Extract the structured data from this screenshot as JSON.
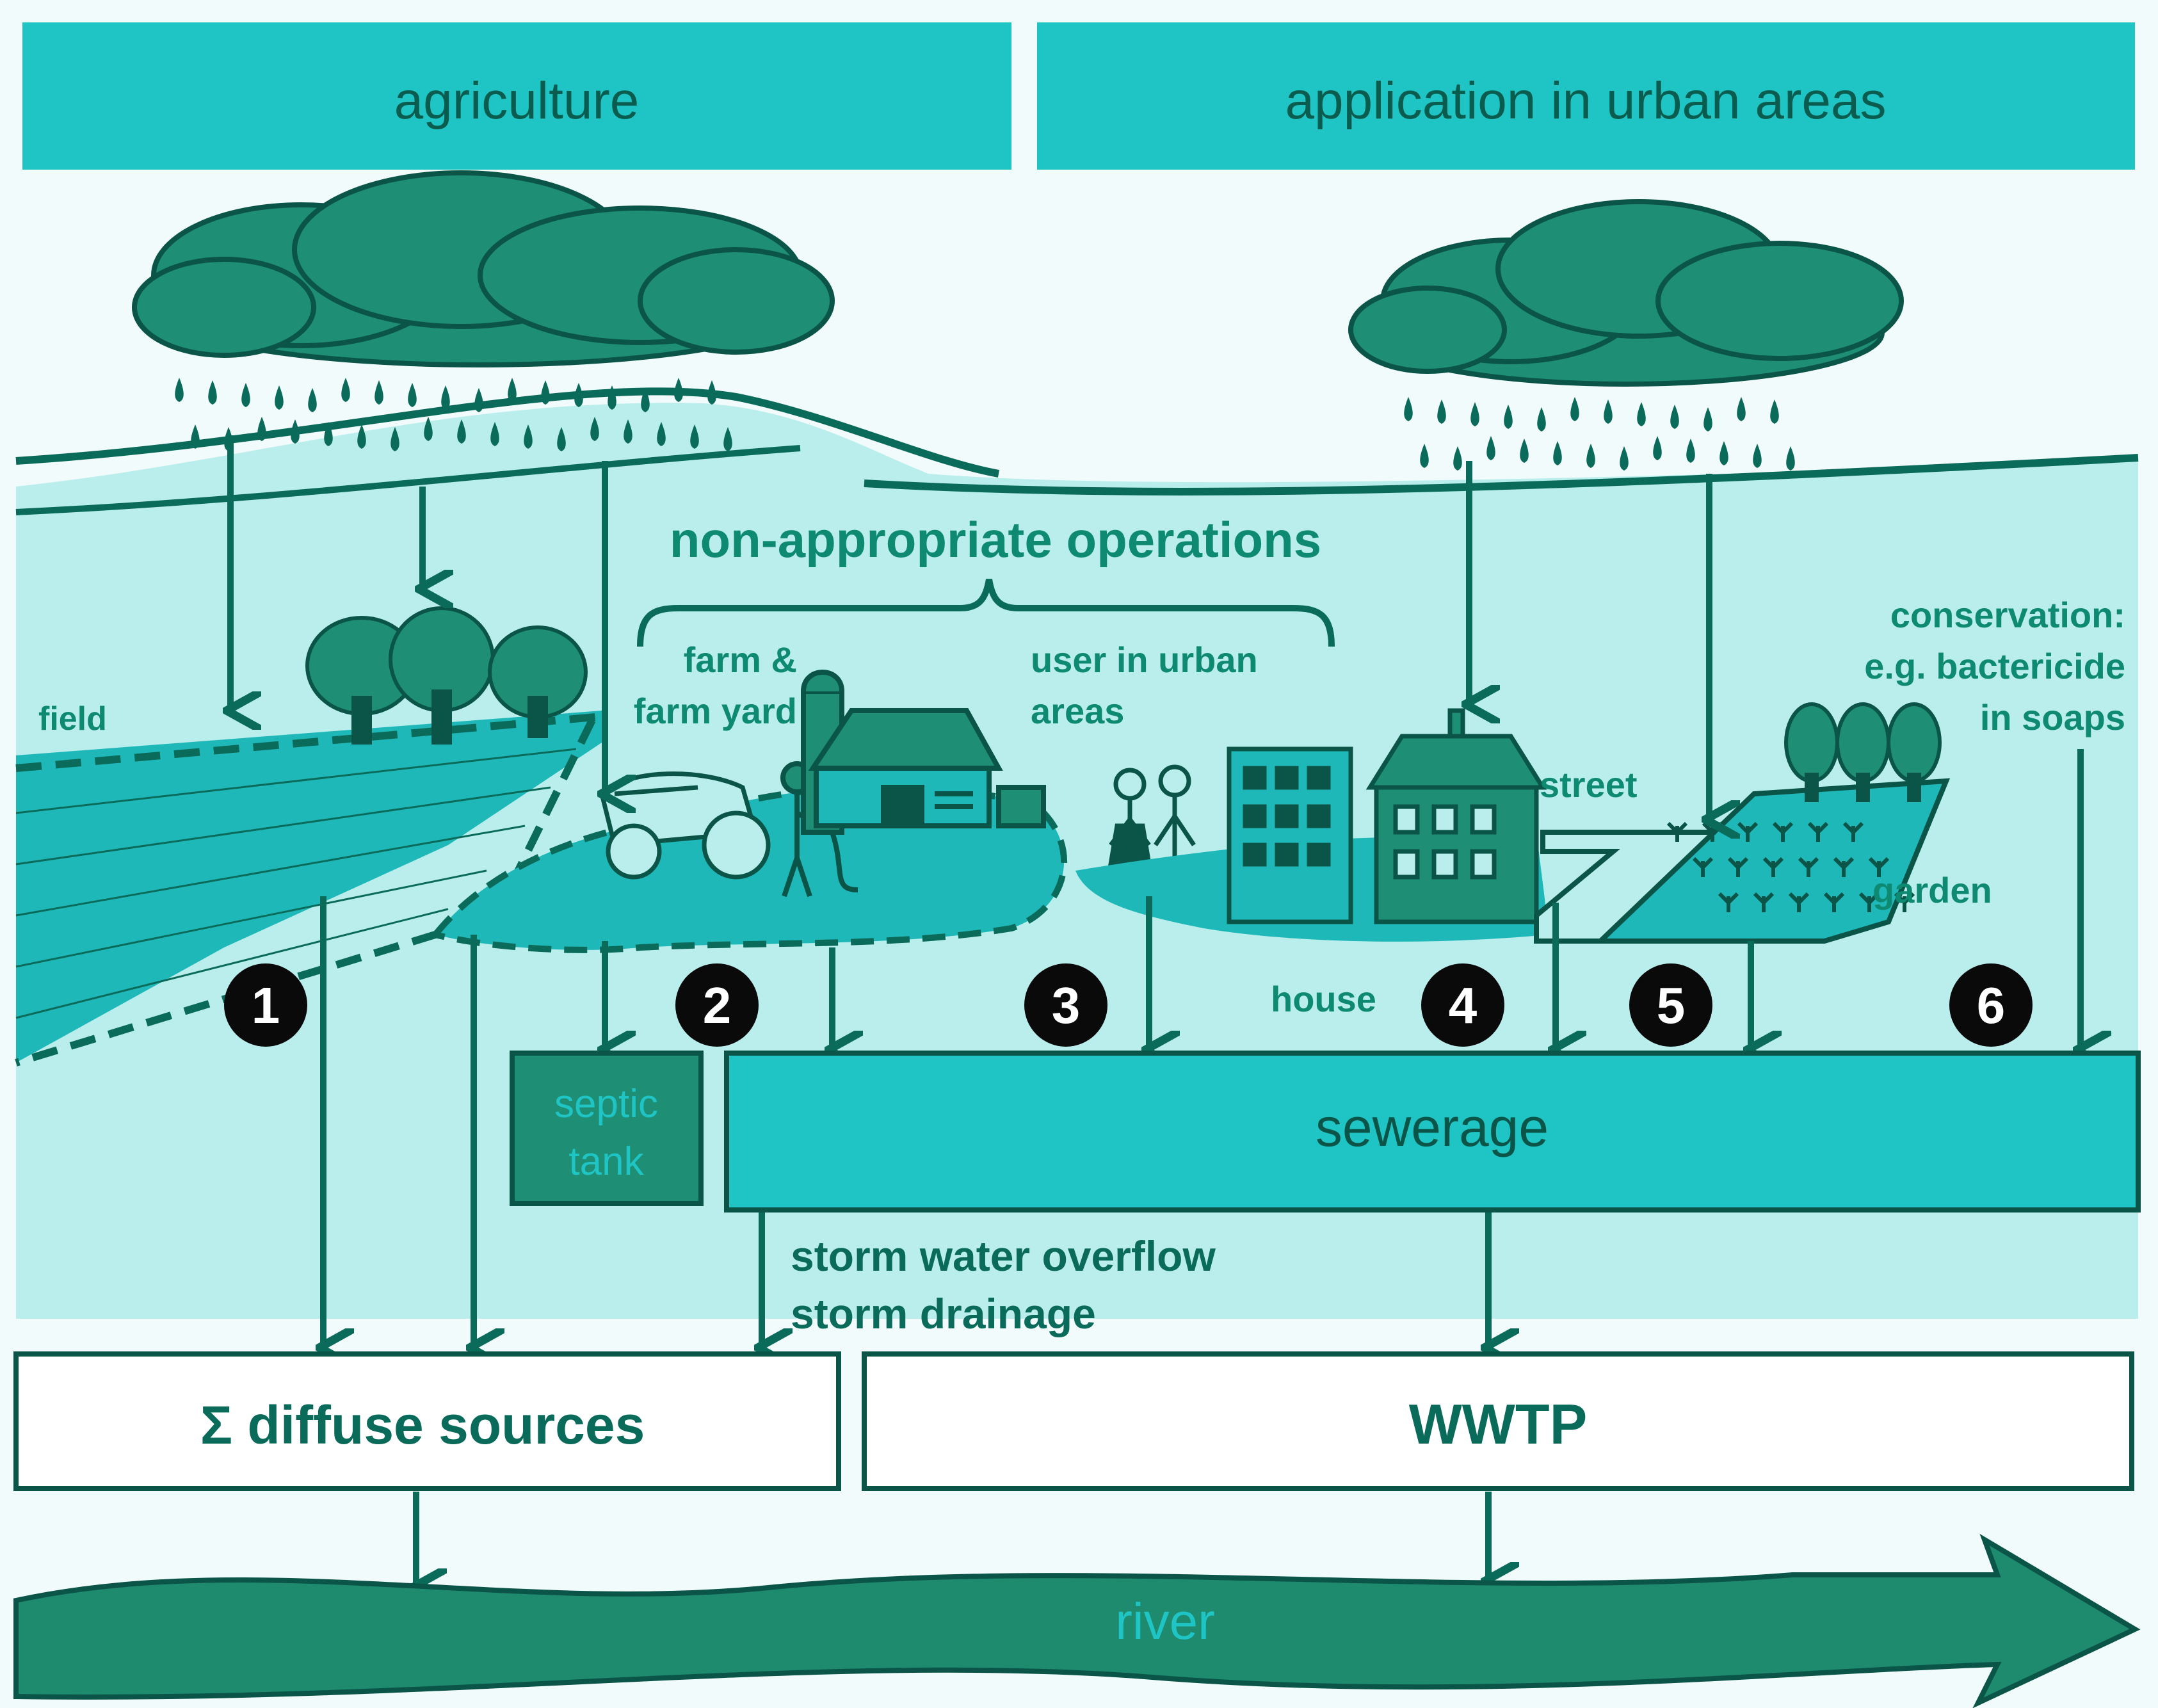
{
  "headers": {
    "agriculture": "agriculture",
    "urban": "application in urban areas"
  },
  "labels": {
    "non_appropriate": "non-appropriate operations",
    "field": "field",
    "farm_line1": "farm &",
    "farm_line2": "farm yard",
    "user_line1": "user in urban",
    "user_line2": "areas",
    "street": "street",
    "house": "house",
    "garden": "garden",
    "conservation_line1": "conservation:",
    "conservation_line2": "e.g. bactericide",
    "conservation_line3": "in soaps",
    "storm_line1": "storm water overflow",
    "storm_line2": "storm drainage"
  },
  "boxes": {
    "septic_line1": "septic",
    "septic_line2": "tank",
    "sewerage": "sewerage",
    "diffuse": "Σ diffuse sources",
    "wwtp": "WWTP",
    "river": "river"
  },
  "pathways": [
    "1",
    "2",
    "3",
    "4",
    "5",
    "6"
  ],
  "colors": {
    "header": "#1fc4c4",
    "land": "#b9eeec",
    "sky": "#f2fbfb",
    "dark": "#0b6b5a",
    "cloud": "#1e8f74",
    "sewer": "#1fc4c4",
    "river": "#1e8a6e"
  }
}
